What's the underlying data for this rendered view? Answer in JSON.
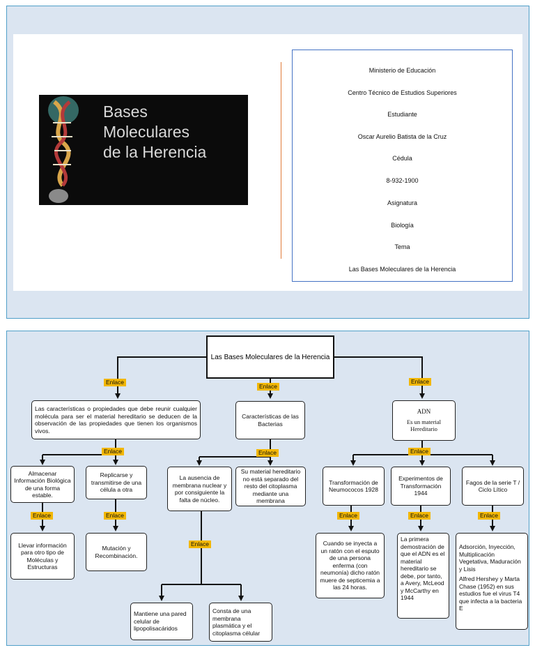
{
  "cover": {
    "logo_title": "Bases\nMoleculares\nde la Herencia",
    "info_lines": [
      "Ministerio de Educación",
      "Centro Técnico de Estudios Superiores",
      "Estudiante",
      "Oscar Aurelio Batista de la Cruz",
      "Cédula",
      "8-932-1900",
      "Asignatura",
      "Biología",
      "Tema",
      "Las Bases Moleculares de la Herencia"
    ]
  },
  "map": {
    "link_label": "Enlace",
    "root": "Las Bases Moleculares de la Herencia",
    "char_general": "Las características o propiedades que debe reunir cualquier molécula para ser el material hereditario se deducen de la observación de las propiedades que tienen los organismos vivos.",
    "bacteria": "Características de las Bacterias",
    "adn_title": "ADN",
    "adn_sub": "Es un material Hereditario",
    "almacenar": "Almacenar Información Biológica de una forma estable.",
    "replicarse": "Replicarse y transmitirse de una célula a otra",
    "ausencia": "La ausencia de membrana nuclear y por consiguiente la falta de núcleo.",
    "material": "Su material hereditario no está separado del resto del citoplasma mediante una membrana",
    "transformacion": "Transformación de Neumococos 1928",
    "experimentos": "Experimentos de Transformación 1944",
    "fagos": "Fagos de la serie T / Ciclo Lítico",
    "llevar": "Llevar información para otro tipo de Moléculas y Estructuras",
    "mutacion": "Mutación y Recombinación.",
    "pared": "Mantiene una pared celular de lipopolisacáridos",
    "membrana": "Consta de una membrana plasmática y el citoplasma célular",
    "inyecta": "Cuando se inyecta a un ratón con el esputo de una persona enferma (con neumonía) dicho ratón muere de septicemia a las 24 horas.",
    "demostracion": "La primera demostración de que el ADN es el material hereditario se debe, por tanto, a Avery, McLeod y McCarthy en 1944",
    "adsorcion": "Adsorción, Inyección, Multiplicación Vegetativa, Maduración y Lisis",
    "hershey": "Alfred Hershey y Marta Chase (1952) en sus estudios fue el virus T4 que infecta a la bacteria E"
  }
}
